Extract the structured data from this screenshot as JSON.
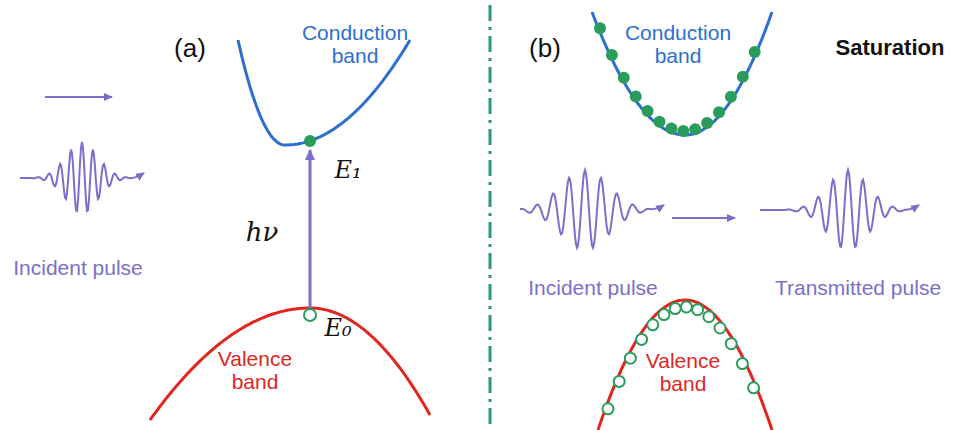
{
  "diagram": {
    "labels": [
      "(a)",
      "Conduction band",
      "E₁",
      "hν",
      "E₀",
      "Valence band",
      "Incident pulse",
      "(b)",
      "Conduction band",
      "Saturation",
      "Incident pulse",
      "Transmitted pulse",
      "Valence band"
    ]
  }
}
